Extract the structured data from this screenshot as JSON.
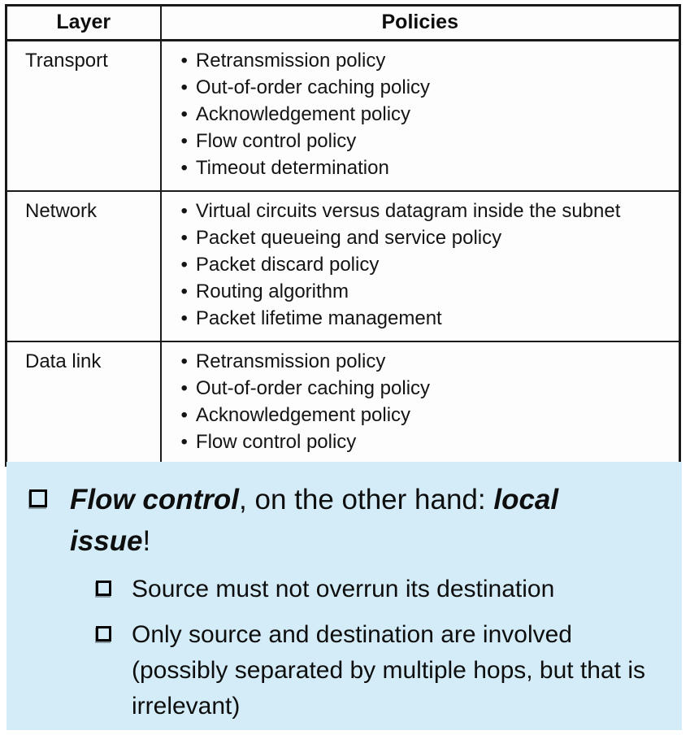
{
  "table": {
    "bullet_char": "•",
    "headers": [
      "Layer",
      "Policies"
    ],
    "rows": [
      {
        "layer": "Transport",
        "policies": [
          "Retransmission policy",
          "Out-of-order caching policy",
          "Acknowledgement policy",
          "Flow control policy",
          "Timeout determination"
        ]
      },
      {
        "layer": "Network",
        "policies": [
          "Virtual circuits versus datagram inside the subnet",
          "Packet queueing and service policy",
          "Packet discard policy",
          "Routing algorithm",
          "Packet lifetime management"
        ]
      },
      {
        "layer": "Data link",
        "policies": [
          "Retransmission policy",
          "Out-of-order caching policy",
          "Acknowledgement policy",
          "Flow control policy"
        ]
      }
    ]
  },
  "note": {
    "background_color": "#d3ecf8",
    "bullet_style": "hollow-square",
    "main": {
      "segments": [
        {
          "text": "Flow control",
          "emphasis": true
        },
        {
          "text": ", on the other hand: ",
          "emphasis": false
        },
        {
          "text": "local issue",
          "emphasis": true
        },
        {
          "text": "!",
          "emphasis": false
        }
      ]
    },
    "sub_items": [
      "Source must not overrun its destination",
      "Only source and destination are involved (possibly separated by multiple hops, but that is irrelevant)"
    ]
  }
}
